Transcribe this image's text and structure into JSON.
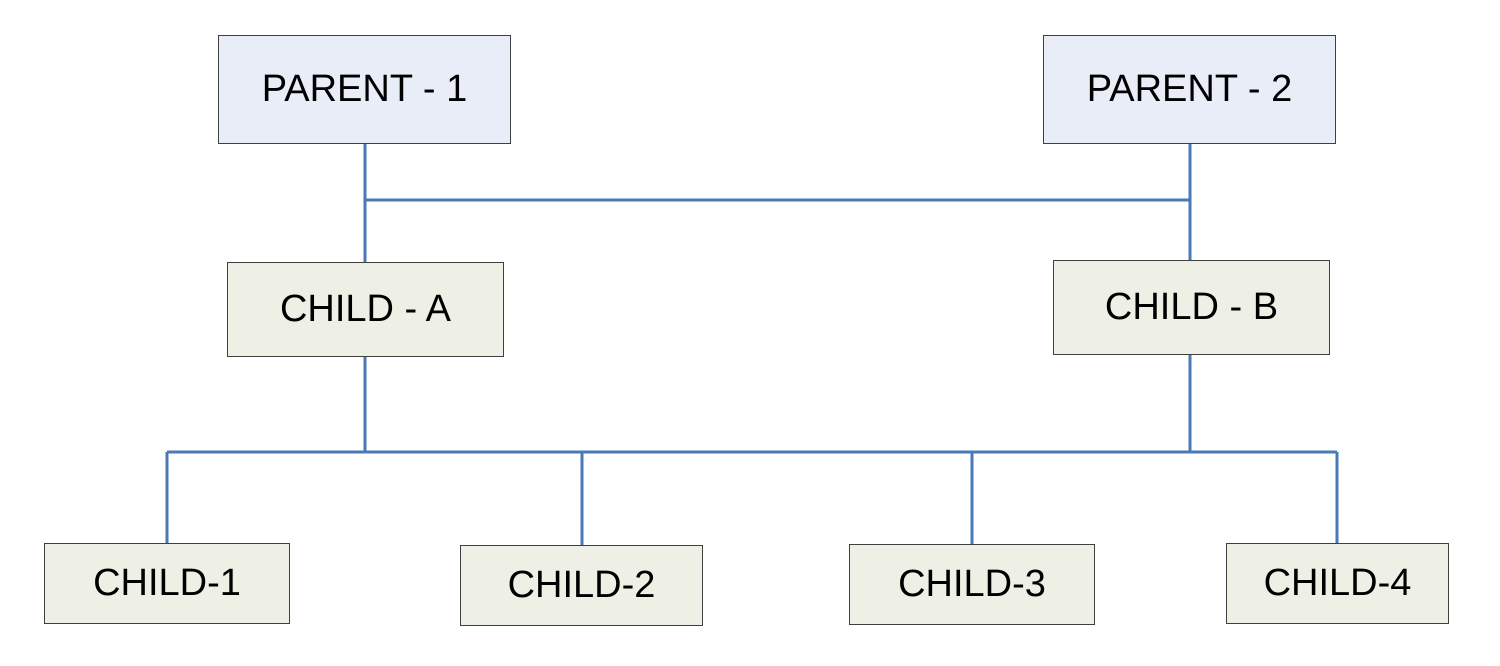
{
  "diagram": {
    "line_color": "#4a7ab5",
    "parent_fill": "#e8edf7",
    "child_fill": "#eef0e6",
    "nodes": {
      "parent_1": "PARENT - 1",
      "parent_2": "PARENT - 2",
      "child_a": "CHILD - A",
      "child_b": "CHILD - B",
      "child_1": "CHILD-1",
      "child_2": "CHILD-2",
      "child_3": "CHILD-3",
      "child_4": "CHILD-4"
    },
    "edges": [
      {
        "from": "PARENT - 1",
        "to": "CHILD - A"
      },
      {
        "from": "PARENT - 1",
        "to": "CHILD - B"
      },
      {
        "from": "PARENT - 2",
        "to": "CHILD - A"
      },
      {
        "from": "PARENT - 2",
        "to": "CHILD - B"
      },
      {
        "from": "CHILD - A",
        "to": "CHILD-1"
      },
      {
        "from": "CHILD - A",
        "to": "CHILD-2"
      },
      {
        "from": "CHILD - A",
        "to": "CHILD-3"
      },
      {
        "from": "CHILD - A",
        "to": "CHILD-4"
      },
      {
        "from": "CHILD - B",
        "to": "CHILD-1"
      },
      {
        "from": "CHILD - B",
        "to": "CHILD-2"
      },
      {
        "from": "CHILD - B",
        "to": "CHILD-3"
      },
      {
        "from": "CHILD - B",
        "to": "CHILD-4"
      }
    ]
  }
}
